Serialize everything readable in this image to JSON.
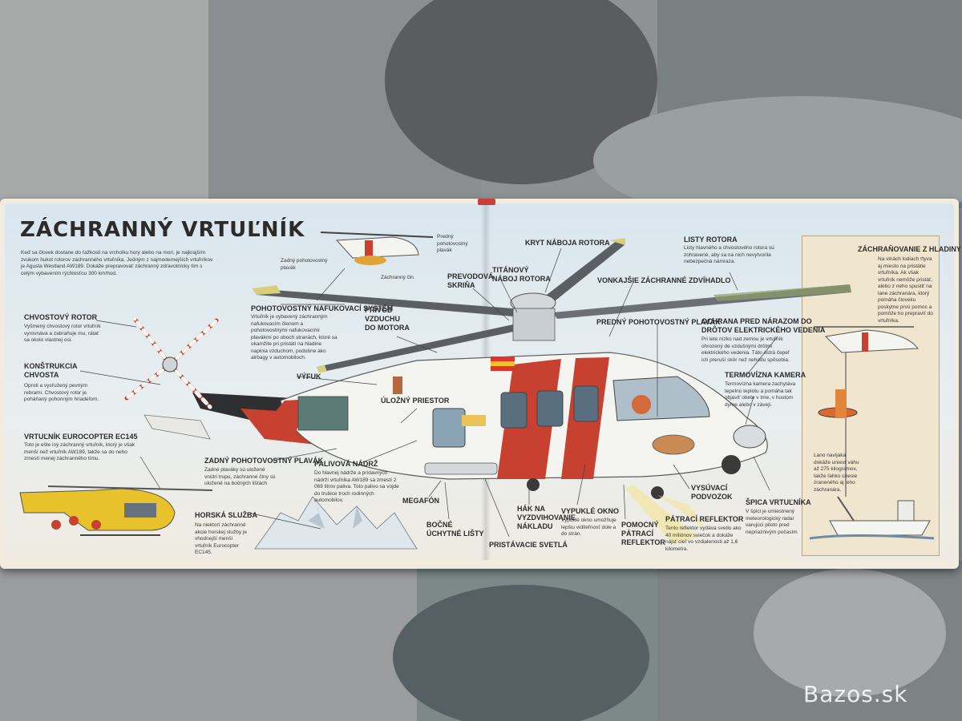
{
  "book": {
    "title": "ZÁCHRANNÝ VRTUĽNÍK",
    "intro": "Keď sa človek dostane do ťažkosti na vrcholku hory alebo na mori, je najkrajším zvukom hukot rotorov záchranného vrtuľníka. Jedným z najmodernejších vrtuľníkov je Agusta Westland AW189. Dokáže prepravovať záchranný zdravotnícky tím s celým vybavením rýchlosťou 300 km/hod.",
    "small_heli": {
      "label_front": "Predný pohotovostný plavák",
      "label_rear": "Zadný pohotovostný plavák",
      "label_net": "Záchranný čln"
    },
    "labels": {
      "tail_rotor": "CHVOSTOVÝ ROTOR",
      "tail_rotor_text": "Vyšmený chvostový rotor vrtuľník vyrovnáva a zabraňuje mu, rátať sa okolo vlastnej osi.",
      "tail_structure": "KONŠTRUKCIA\nCHVOSTA",
      "tail_structure_text": "Oproti a vysťužený pevným rebrami. Chvostový rotor je poháňaný pohonným hriadeľom.",
      "eurocopter": "VRTUĽNÍK EUROCOPTER EC145",
      "eurocopter_text": "Toto je ešte iný záchranný vrtuľník, ktorý je však menší než vrtuľník AW189, takže sa do neho zmestí menej záchranného tímu.",
      "mountain": "HORSKÁ SLUŽBA",
      "mountain_text": "Na niektorí záchranné akcie horskej služby je vhodnejší menší vrtuľník Eurocopter EC145.",
      "inflation": "POHOTOVOSTNÝ NAFUKOVACÍ SYSTÉM",
      "inflation_text": "Vrtuľník je vybavený záchranným nafukovacím členom a pohotovostnými nafukovacími plavákmi po oboch stranách, ktoré sa okamžite pri pristátí na hladine naplnia vzduchom, podobne ako airbagy v automobiloch.",
      "rotor_head": "KRYT NÁBOJA ROTORA",
      "gearbox": "PREVODOVÁ\nSKRIŇA",
      "titan_hub": "TITÁNOVÝ\nNÁBOJ ROTORA",
      "air_intake": "PRÍVOD\nVZDUCHU\nDO MOTORA",
      "exhaust": "VÝFUK",
      "cargo": "ÚLOŽNÝ PRIESTOR",
      "hoist": "VONKAJŠIE ZÁCHRANNÉ ZDVÍHADLO",
      "blades": "LISTY ROTORA",
      "blades_text": "Listy hlavného a chvostového rotora sú zohravené, aby sa na nich nevytvorila nebezpečná námraza.",
      "front_float": "PREDNÝ POHOTOVOSTNÝ PLAVÁK",
      "wire_guard": "OCHRANA PRED NÁRAZOM DO\nDRÔTOV ELEKTRICKÉHO VEDENIA",
      "wire_guard_text": "Pri lete nízko nad zemou je vrtuľník ohrozený de vzdušnými drôtmi elektrického vedenia. Táto ostrá čepeľ ich preruší skôr než nehodu spôsobia.",
      "thermal": "TERMOVÍZNA KAMERA",
      "thermal_text": "Termovízna kamera zachytáva tepelnú teplotu a pomáha tak objaviť obete v tme, v hustom dyme alebo v záveji.",
      "rear_float": "ZADNÝ POHOTOVOSTNÝ PLAVÁK",
      "rear_float_text": "Zadné plaváky sú uložené vnútri trupu, záchranné člny sú uložené na bočných lištách",
      "fuel": "PALIVOVÁ NÁDRŽ",
      "fuel_text": "Do hlavnej nádrže a prídavných nádrží vrtuľníka AW189 sa zmestí 2 069 litrov paliva. Toto palivo sa vojde do trubice troch rodinných automobilov.",
      "megaphone": "MEGAFÓN",
      "side_rails": "BOČNÉ\nÚCHYTNÉ LIŠTY",
      "landing_lights": "PRISTÁVACIE SVETLÁ",
      "hook": "HÁK NA\nVYZDVIHOVANIE\nNÁKLADU",
      "bubble": "VYPUKLÉ OKNO",
      "bubble_text": "Vypuklé okno umožňuje lepšiu viditeľnosť dole a do strán.",
      "search_light_aux": "POMOCNÝ\nPÁTRACÍ\nREFLEKTOR",
      "search_light": "PÁTRACÍ REFLEKTOR",
      "search_light_text": "Tento reflektor vydáva svetlo ako 40 miliónov sviečok a dokáže nájsť cieľ vo vzdialenosti až 1,6 kilometra.",
      "retract_gear": "VYSÚVACÍ\nPODVOZOK",
      "nose": "ŠPICA VRTUĽNÍKA",
      "nose_text": "V špici je umiestnený meteorologický radar varujúci piloto pred nepriaznivým počasím"
    },
    "side_panel": {
      "title": "ZÁCHRAŇOVANIE Z HLADINY",
      "text": "Na vlnách lodiach ťtyva aj miesto na pristátie vrtuľníka. Ak však vrtuľník nemôže pristáť, alebo z neho spustiť na lane záchranára, ktorý pomáha človeku poskytne prvú pomoc a pomôže ho prepraviť do vrtuľníka.",
      "weight_text": "Lano navijaka dokáže uniesť váhu až 275 kilogramov, takže ľahko unesie zraneného aj jeho záchranára."
    }
  },
  "watermark": "Bazos.sk",
  "colors": {
    "fuselage": "#f4f4f0",
    "stripe": "#c83a2e",
    "rotor_dark": "#444444",
    "rotor_tip": "#b8b35a",
    "yellow_heli": "#e8c22a",
    "page_sky": "#d9e6ee"
  }
}
